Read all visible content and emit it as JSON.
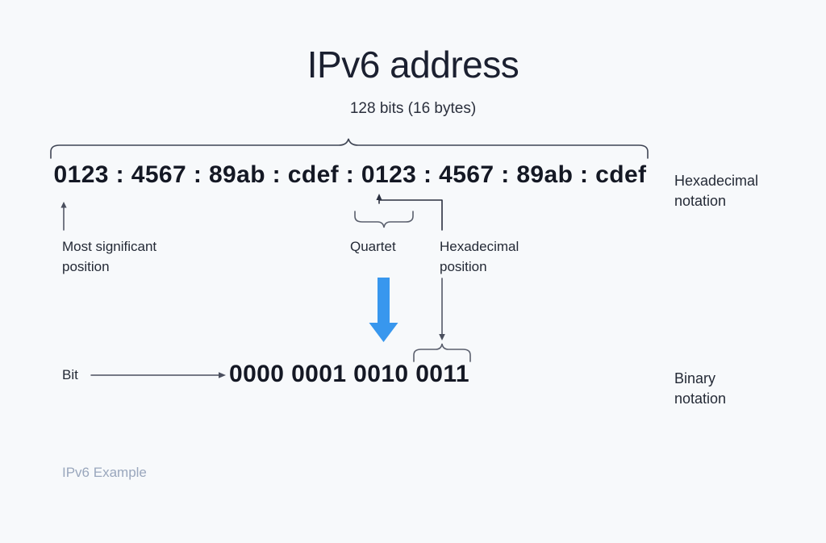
{
  "page": {
    "background_color": "#f7f9fb",
    "title": "IPv6 address",
    "subtitle": "128 bits (16 bytes)",
    "footer_caption": "IPv6 Example"
  },
  "address": {
    "hex_value": "0123 : 4567 : 89ab : cdef : 0123 : 4567 : 89ab : cdef",
    "hex_groups": [
      "0123",
      "4567",
      "89ab",
      "cdef",
      "0123",
      "4567",
      "89ab",
      "cdef"
    ],
    "separator": ":",
    "notation_label": "Hexadecimal\nnotation",
    "notation_label_line1": "Hexadecimal",
    "notation_label_line2": "notation"
  },
  "binary": {
    "value": "0000 0001 0010 0011",
    "groups": [
      "0000",
      "0001",
      "0010",
      "0011"
    ],
    "notation_label_line1": "Binary",
    "notation_label_line2": "notation",
    "bit_label": "Bit"
  },
  "annotations": {
    "most_significant_line1": "Most significant",
    "most_significant_line2": "position",
    "quartet": "Quartet",
    "hexadecimal_position_line1": "Hexadecimal",
    "hexadecimal_position_line2": "position"
  },
  "colors": {
    "text_dark": "#141824",
    "text_body": "#242a36",
    "line_gray": "#4a4f5e",
    "accent_blue": "#3897ee",
    "footer_gray": "#9aa7bd"
  },
  "icons": {
    "down_arrow": "conversion-arrow-down",
    "bit_arrow": "bit-pointer-arrow"
  }
}
